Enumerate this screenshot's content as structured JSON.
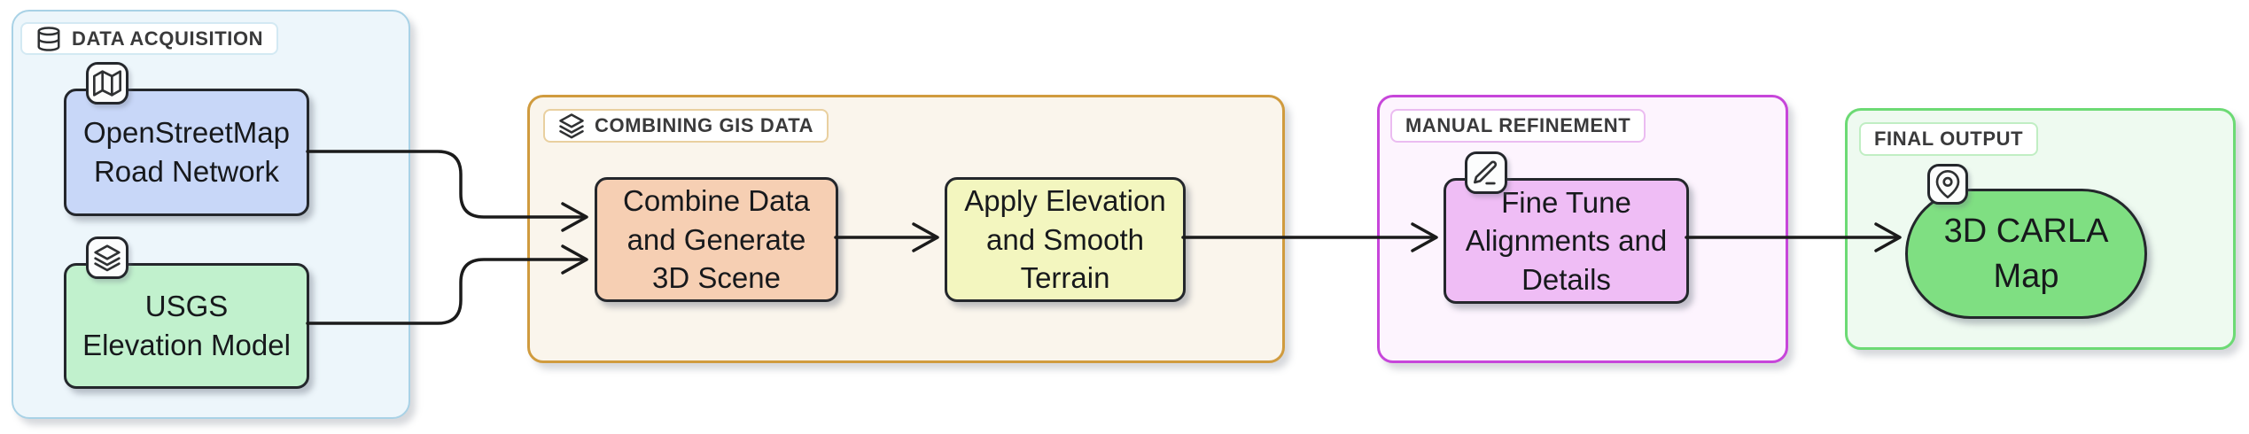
{
  "colors": {
    "canvas-bg": "#ffffff",
    "edge": "#1b1b1b",
    "node-border": "#24272c",
    "node-text": "#17191c",
    "badge-bg": "#ffffff",
    "badge-text": "#3a3a3b",
    "icon-stroke": "#2f3133",
    "icon-badge-bg": "#fcfdfd",
    "g1-bg": "#edf6fb",
    "g1-border": "#a9d2e6",
    "g1-badge-border": "#d3e9f3",
    "node-osm-fill": "#c8d7f8",
    "node-usgs-fill": "#c1f1cd",
    "g2-bg": "#faf5ec",
    "g2-border": "#d09b3e",
    "g2-badge-border": "#e9d0a0",
    "node-combine-fill": "#f6cfb3",
    "node-apply-fill": "#f3f6bf",
    "g3-bg": "#fdf4fe",
    "g3-border": "#c746da",
    "g3-badge-border": "#ebbcf1",
    "node-finetune-fill": "#efbdf5",
    "g4-bg": "#eefaf0",
    "g4-border": "#6cda74",
    "g4-badge-border": "#c0eec3",
    "node-carla-fill": "#7fdf82"
  },
  "groups": {
    "data_acquisition": {
      "label": "DATA ACQUISITION",
      "icon": "database-icon",
      "nodes": {
        "osm": {
          "label": "OpenStreetMap Road Network",
          "icon": "map-icon"
        },
        "usgs": {
          "label": "USGS Elevation Model",
          "icon": "layers-icon"
        }
      }
    },
    "combining_gis": {
      "label": "COMBINING GIS DATA",
      "icon": "layers-icon",
      "nodes": {
        "combine": {
          "label": "Combine Data and Generate 3D Scene"
        },
        "apply": {
          "label": "Apply Elevation and Smooth Terrain"
        }
      }
    },
    "manual_refinement": {
      "label": "MANUAL REFINEMENT",
      "nodes": {
        "finetune": {
          "label": "Fine Tune Alignments and Details",
          "icon": "pencil-icon"
        }
      }
    },
    "final_output": {
      "label": "FINAL OUTPUT",
      "nodes": {
        "carla": {
          "label": "3D CARLA Map",
          "icon": "location-pin-icon"
        }
      }
    }
  },
  "edges": [
    {
      "from": "OpenStreetMap Road Network",
      "to": "Combine Data and Generate 3D Scene"
    },
    {
      "from": "USGS Elevation Model",
      "to": "Combine Data and Generate 3D Scene"
    },
    {
      "from": "Combine Data and Generate 3D Scene",
      "to": "Apply Elevation and Smooth Terrain"
    },
    {
      "from": "Apply Elevation and Smooth Terrain",
      "to": "Fine Tune Alignments and Details"
    },
    {
      "from": "Fine Tune Alignments and Details",
      "to": "3D CARLA Map"
    }
  ]
}
